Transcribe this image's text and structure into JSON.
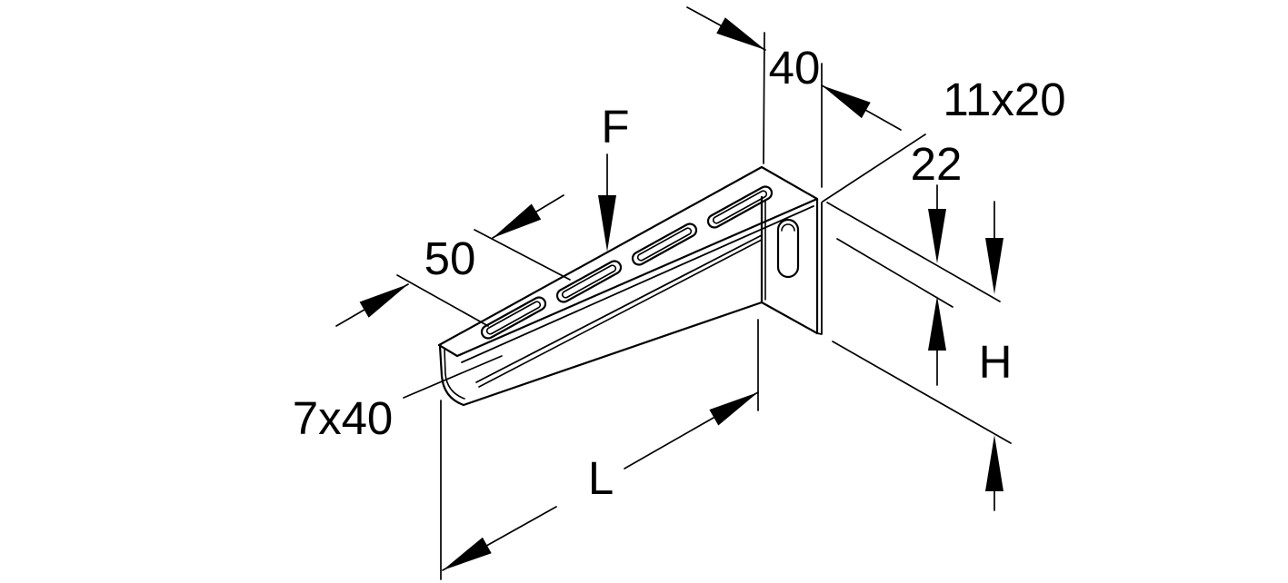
{
  "drawing": {
    "kind": "isometric technical line drawing of a cantilever wall bracket with slotted arm and head plate",
    "background_color": "#ffffff",
    "line_color": "#000000",
    "labels": {
      "force": "F",
      "flange_width": "40",
      "head_plate_slot": "11x20",
      "slot_top_offset": "22",
      "slot_pitch": "50",
      "arm_slot": "7x40",
      "arm_length": "L",
      "plate_height": "H"
    }
  }
}
